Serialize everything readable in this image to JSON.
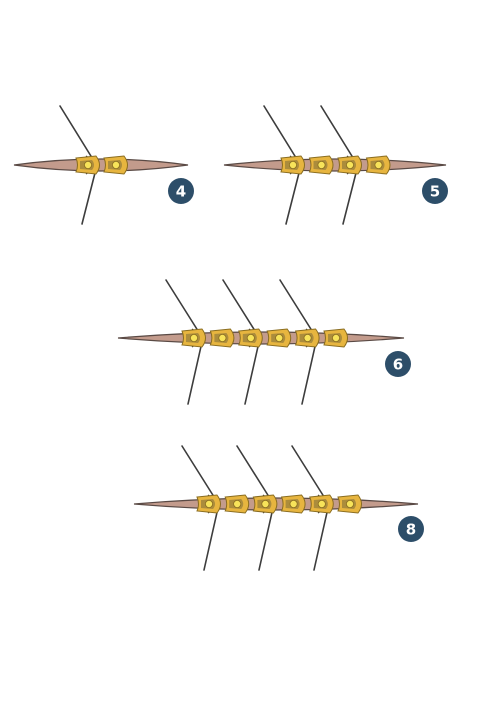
{
  "colors": {
    "hull_fill": "#c39b8c",
    "hull_stroke": "#5a4a45",
    "oar": "#3d3d3d",
    "rower_outer": "#e7b53f",
    "rower_stroke": "#8a6d20",
    "rower_inner": "#7a6a3a",
    "rower_head": "#f7e35a",
    "badge_fill": "#2d4e69",
    "badge_text": "#ffffff"
  },
  "boats": [
    {
      "label": "4",
      "rowers": 2,
      "oars": 1
    },
    {
      "label": "5",
      "rowers": 4,
      "oars": 2
    },
    {
      "label": "6",
      "rowers": 6,
      "oars": 3
    },
    {
      "label": "8",
      "rowers": 6,
      "oars": 3
    }
  ]
}
